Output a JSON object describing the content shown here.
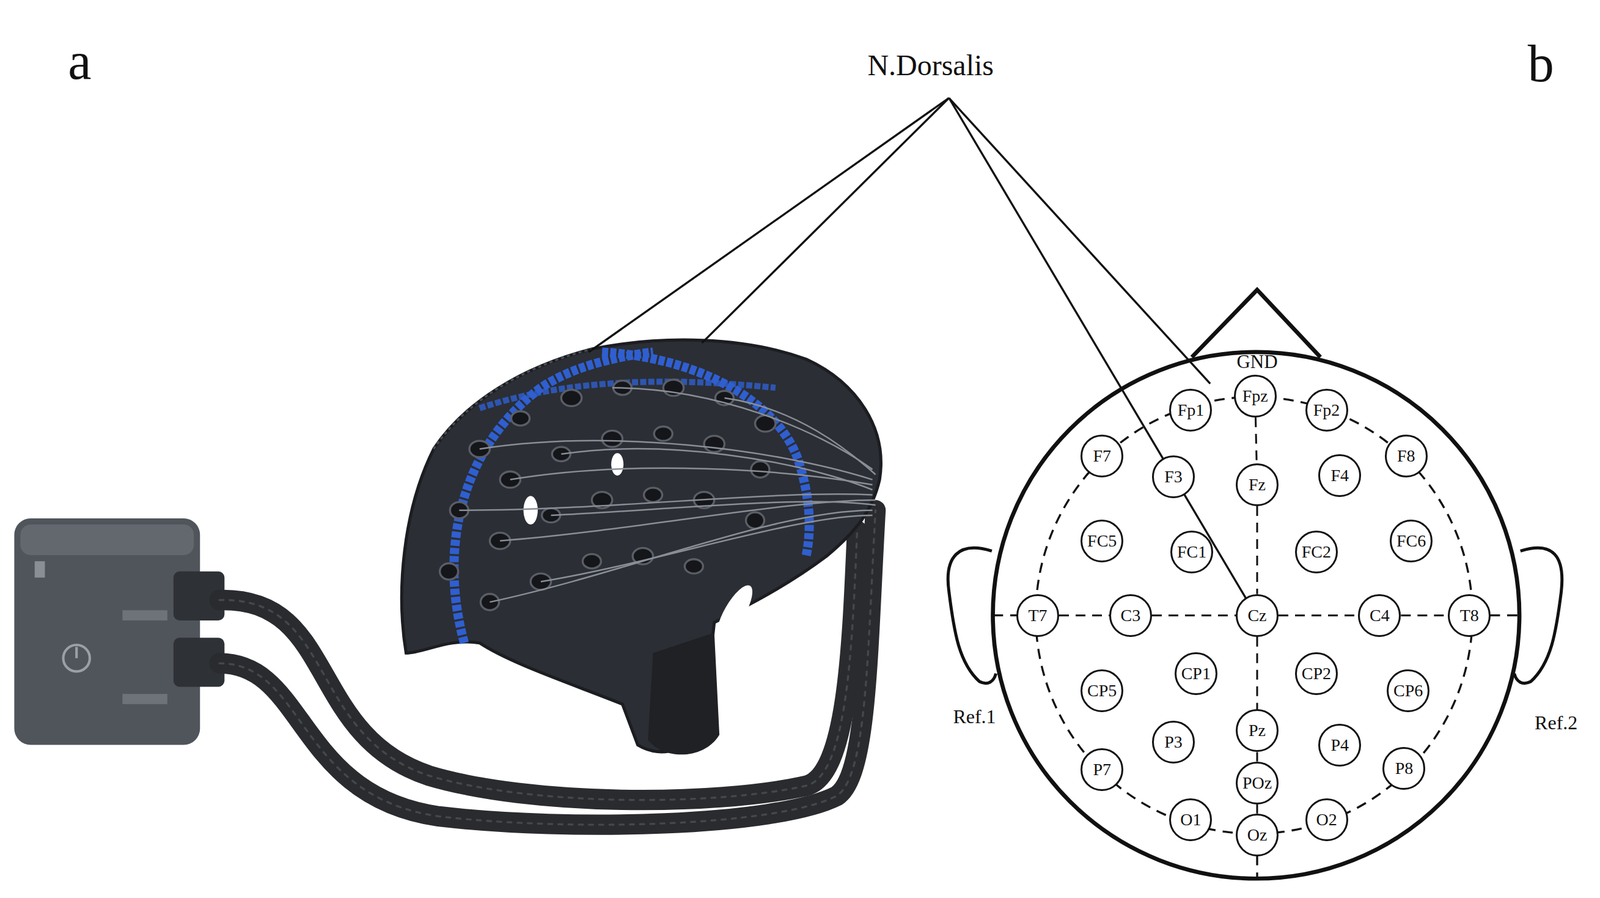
{
  "diagram": {
    "nodes": [
      {
        "text": [
          "Fp1"
        ]
      },
      {
        "text": [
          "Fpz"
        ]
      },
      {
        "text": [
          "Fp2"
        ]
      },
      {
        "text": [
          "F7"
        ]
      },
      {
        "text": [
          "F3"
        ]
      },
      {
        "text": [
          "Fz"
        ]
      },
      {
        "text": [
          "F4"
        ]
      },
      {
        "text": [
          "F8"
        ]
      },
      {
        "text": [
          "FC5"
        ]
      },
      {
        "text": [
          "FC1"
        ]
      },
      {
        "text": [
          "FC2"
        ]
      },
      {
        "text": [
          "FC6"
        ]
      },
      {
        "text": [
          "T7"
        ]
      },
      {
        "text": [
          "C3"
        ]
      },
      {
        "text": [
          "Cz"
        ]
      },
      {
        "text": [
          "C4"
        ]
      },
      {
        "text": [
          "T8"
        ]
      },
      {
        "text": [
          "CP5"
        ]
      },
      {
        "text": [
          "CP1"
        ]
      },
      {
        "text": [
          "CP2"
        ]
      },
      {
        "text": [
          "CP6"
        ]
      },
      {
        "text": [
          "P3"
        ]
      },
      {
        "text": [
          "Pz"
        ]
      },
      {
        "text": [
          "P4"
        ]
      },
      {
        "text": [
          "P7"
        ]
      },
      {
        "text": [
          "POz"
        ]
      },
      {
        "text": [
          "P8"
        ]
      },
      {
        "text": [
          "O1"
        ]
      },
      {
        "text": [
          "Oz"
        ]
      },
      {
        "text": [
          "O2"
        ]
      }
    ],
    "edges": [
      {
        "from": 12,
        "to": 13,
        "arrow": "none"
      },
      {
        "from": 13,
        "to": 14,
        "arrow": "none"
      },
      {
        "from": 14,
        "to": 15,
        "arrow": "none"
      },
      {
        "from": 15,
        "to": 16,
        "arrow": "none"
      },
      {
        "from": 1,
        "to": 5,
        "arrow": "none"
      },
      {
        "from": 5,
        "to": 14,
        "arrow": "none"
      },
      {
        "from": 14,
        "to": 22,
        "arrow": "none"
      },
      {
        "from": 22,
        "to": 25,
        "arrow": "none"
      },
      {
        "from": 25,
        "to": 28,
        "arrow": "none"
      }
    ],
    "labels": [
      "a",
      "N.Dorsalis",
      "b",
      "GND",
      "Ref.1",
      "Ref.2"
    ]
  }
}
